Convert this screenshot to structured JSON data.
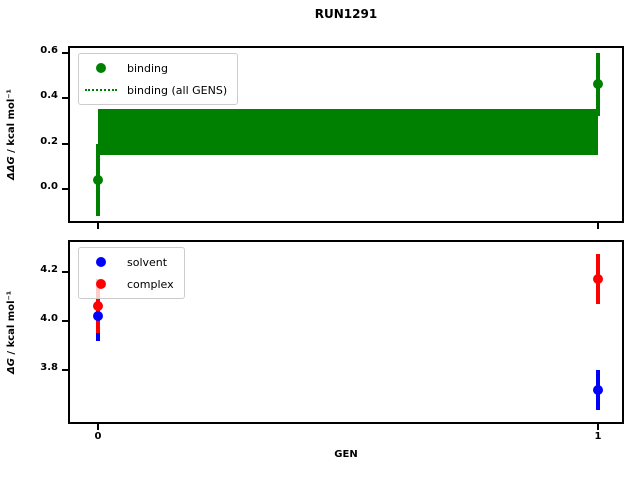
{
  "title": "RUN1291",
  "colors": {
    "binding": "#008000",
    "solvent": "#0000ff",
    "complex": "#ff0000",
    "axis": "#000000",
    "legend_border": "#cccccc"
  },
  "chart_data": [
    {
      "type": "scatter",
      "name": "binding-free-energy-plot",
      "ylabel": "ΔΔG / kcal mol⁻¹",
      "ylabel_math": "ΔΔG",
      "ylabel_unit": " / kcal mol⁻¹",
      "xlim": [
        -0.056,
        1.048
      ],
      "ylim": [
        -0.14,
        0.62
      ],
      "yticks": [
        0.0,
        0.2,
        0.4,
        0.6
      ],
      "ytick_labels": [
        "0.0",
        "0.2",
        "0.4",
        "0.6"
      ],
      "xticks": [
        0,
        1
      ],
      "grid": false,
      "legend": {
        "position": "upper-left",
        "entries": [
          {
            "label": "binding",
            "handle": "circle",
            "color": "#008000"
          },
          {
            "label": "binding (all GENS)",
            "handle": "dotted-line",
            "color": "#008000"
          }
        ]
      },
      "series": [
        {
          "name": "binding",
          "color": "#008000",
          "marker": "circle",
          "points": [
            {
              "x": 0,
              "y": 0.04,
              "err_lo": -0.12,
              "err_hi": 0.2
            },
            {
              "x": 1,
              "y": 0.46,
              "err_lo": 0.32,
              "err_hi": 0.6
            }
          ]
        }
      ],
      "band": {
        "name": "binding (all GENS)",
        "color": "#008000",
        "x_from": 0,
        "x_to": 1,
        "y_lo": 0.15,
        "y_hi": 0.35
      }
    },
    {
      "type": "scatter",
      "name": "leg-free-energies-plot",
      "xlabel": "GEN",
      "ylabel": "ΔG / kcal mol⁻¹",
      "ylabel_math": "ΔG",
      "ylabel_unit": " / kcal mol⁻¹",
      "xlim": [
        -0.056,
        1.048
      ],
      "ylim": [
        3.59,
        4.32
      ],
      "yticks": [
        3.8,
        4.0,
        4.2
      ],
      "ytick_labels": [
        "3.8",
        "4.0",
        "4.2"
      ],
      "xticks": [
        0,
        1
      ],
      "xtick_labels": [
        "0",
        "1"
      ],
      "grid": false,
      "legend": {
        "position": "upper-left",
        "entries": [
          {
            "label": "solvent",
            "handle": "circle",
            "color": "#0000ff"
          },
          {
            "label": "complex",
            "handle": "circle",
            "color": "#ff0000"
          }
        ]
      },
      "series": [
        {
          "name": "solvent",
          "color": "#0000ff",
          "marker": "circle",
          "points": [
            {
              "x": 0,
              "y": 4.02,
              "err_lo": 3.92,
              "err_hi": 4.12
            },
            {
              "x": 1,
              "y": 3.72,
              "err_lo": 3.64,
              "err_hi": 3.8
            }
          ]
        },
        {
          "name": "complex",
          "color": "#ff0000",
          "marker": "circle",
          "points": [
            {
              "x": 0,
              "y": 4.06,
              "err_lo": 3.95,
              "err_hi": 4.17
            },
            {
              "x": 1,
              "y": 4.17,
              "err_lo": 4.07,
              "err_hi": 4.27
            }
          ]
        }
      ]
    }
  ]
}
